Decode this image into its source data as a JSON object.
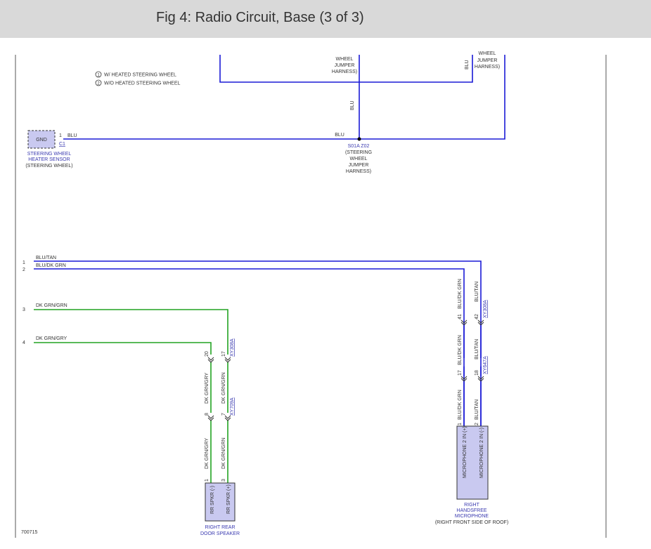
{
  "header": {
    "title": "Fig 4: Radio Circuit, Base (3 of 3)"
  },
  "legend": {
    "item1": {
      "symbol": "1",
      "text": "W/ HEATED STEERING WHEEL"
    },
    "item2": {
      "symbol": "2",
      "text": "W/O HEATED STEERING WHEEL"
    }
  },
  "colors": {
    "blue_wire": "#1a1ad6",
    "green_wire": "#22a322",
    "component_fill": "#c9c9f0",
    "component_label": "#3a3ab0",
    "text": "#333333",
    "frame": "#555555"
  },
  "top_labels": {
    "harness_a": {
      "l1": "WHEEL",
      "l2": "JUMPER",
      "l3": "HARNESS)"
    },
    "harness_b": {
      "l1": "WHEEL",
      "l2": "JUMPER",
      "l3": "HARNESS)"
    },
    "blu_vert_a": "BLU",
    "blu_vert_b": "BLU"
  },
  "splice": {
    "l1": "S01A Z02",
    "l2": "(STEERING",
    "l3": "WHEEL",
    "l4": "JUMPER",
    "l5": "HARNESS)",
    "wire_label": "BLU"
  },
  "heater_sensor": {
    "gnd": "GND",
    "pin": "1",
    "wire": "BLU",
    "connector": "C1",
    "l1": "STEERING WHEEL",
    "l2": "HEATER SENSOR",
    "l3": "(STEERING WHEEL)"
  },
  "left_pins": {
    "p1": "1",
    "p2": "2",
    "p3": "3",
    "p4": "4"
  },
  "wires": {
    "w1": "BLU/TAN",
    "w2": "BLU/DK GRN",
    "w3": "DK GRN/GRN",
    "w4": "DK GRN/GRY"
  },
  "mic_branch": {
    "upper_left_wire": "BLU/DK GRN",
    "upper_right_wire": "BLU/TAN",
    "c1_pin_left": "41",
    "c1_pin_right": "42",
    "c1_name": "XY308A",
    "mid_left_wire": "BLU/DK GRN",
    "mid_right_wire": "BLU/TAN",
    "c2_pin_left": "17",
    "c2_pin_right": "18",
    "c2_name": "XY647A",
    "low_left_wire": "BLU/DK GRN",
    "low_right_wire": "BLU/TAN",
    "pin_left": "1",
    "pin_right": "2",
    "box_left": "MICROPHONE 2 IN (+)",
    "box_right": "MICROPHONE 2 IN (-)",
    "l1": "RIGHT",
    "l2": "HANDSFREE",
    "l3": "MICROPHONE",
    "l4": "(RIGHT FRONT SIDE OF ROOF)"
  },
  "spkr_branch": {
    "c1_pin_left": "20",
    "c1_pin_right": "17",
    "c1_name": "XY308A",
    "mid_left_wire": "DK GRN/GRY",
    "mid_right_wire": "DK GRN/GRN",
    "c2_pin_left": "8",
    "c2_pin_right": "7",
    "c2_name": "XY709A",
    "low_left_wire": "DK GRN/GRY",
    "low_right_wire": "DK GRN/GRN",
    "pin_left": "1",
    "pin_right": "3",
    "box_left": "RR SPKR (-)",
    "box_right": "RR SPKR (+)",
    "l1": "RIGHT REAR",
    "l2": "DOOR SPEAKER"
  },
  "figure_id": "700715"
}
